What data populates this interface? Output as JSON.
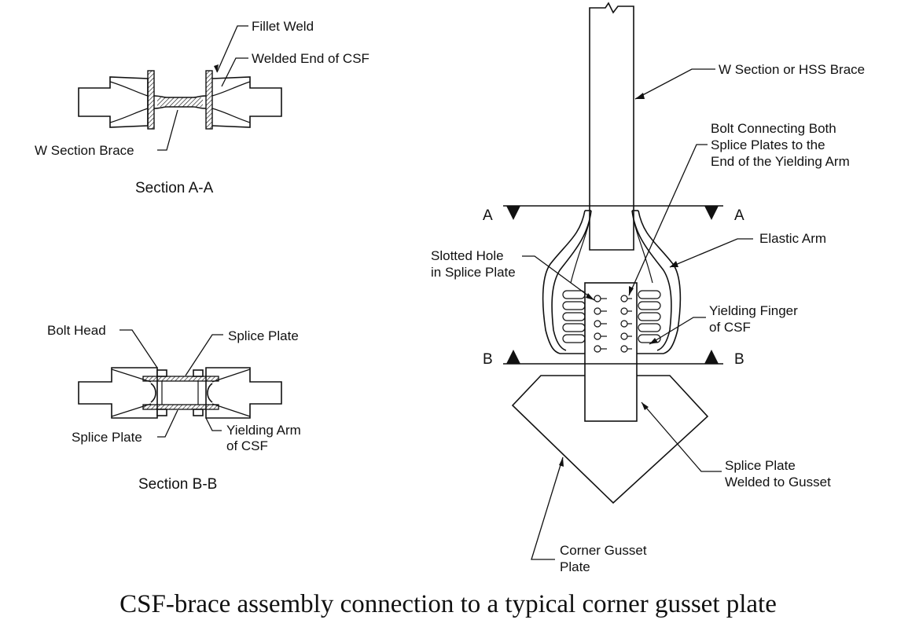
{
  "section_aa": {
    "title": "Section A-A",
    "labels": {
      "fillet_weld": "Fillet Weld",
      "welded_end": "Welded End of CSF",
      "w_section_brace": "W Section Brace"
    }
  },
  "section_bb": {
    "title": "Section B-B",
    "labels": {
      "bolt_head": "Bolt Head",
      "splice_plate_top": "Splice Plate",
      "splice_plate_bottom": "Splice Plate",
      "yielding_arm_1": "Yielding Arm",
      "yielding_arm_2": "of CSF"
    }
  },
  "elevation": {
    "cut_a_left": "A",
    "cut_a_right": "A",
    "cut_b_left": "B",
    "cut_b_right": "B",
    "labels": {
      "brace": "W Section or HSS Brace",
      "bolt_1": "Bolt Connecting Both",
      "bolt_2": "Splice Plates to the",
      "bolt_3": "End of the Yielding Arm",
      "elastic_arm": "Elastic Arm",
      "slotted_1": "Slotted Hole",
      "slotted_2": "in Splice Plate",
      "finger_1": "Yielding Finger",
      "finger_2": "of CSF",
      "splice_welded_1": "Splice Plate",
      "splice_welded_2": "Welded to Gusset",
      "gusset_1": "Corner Gusset",
      "gusset_2": "Plate"
    }
  },
  "caption": "CSF-brace assembly connection to a typical corner gusset plate"
}
